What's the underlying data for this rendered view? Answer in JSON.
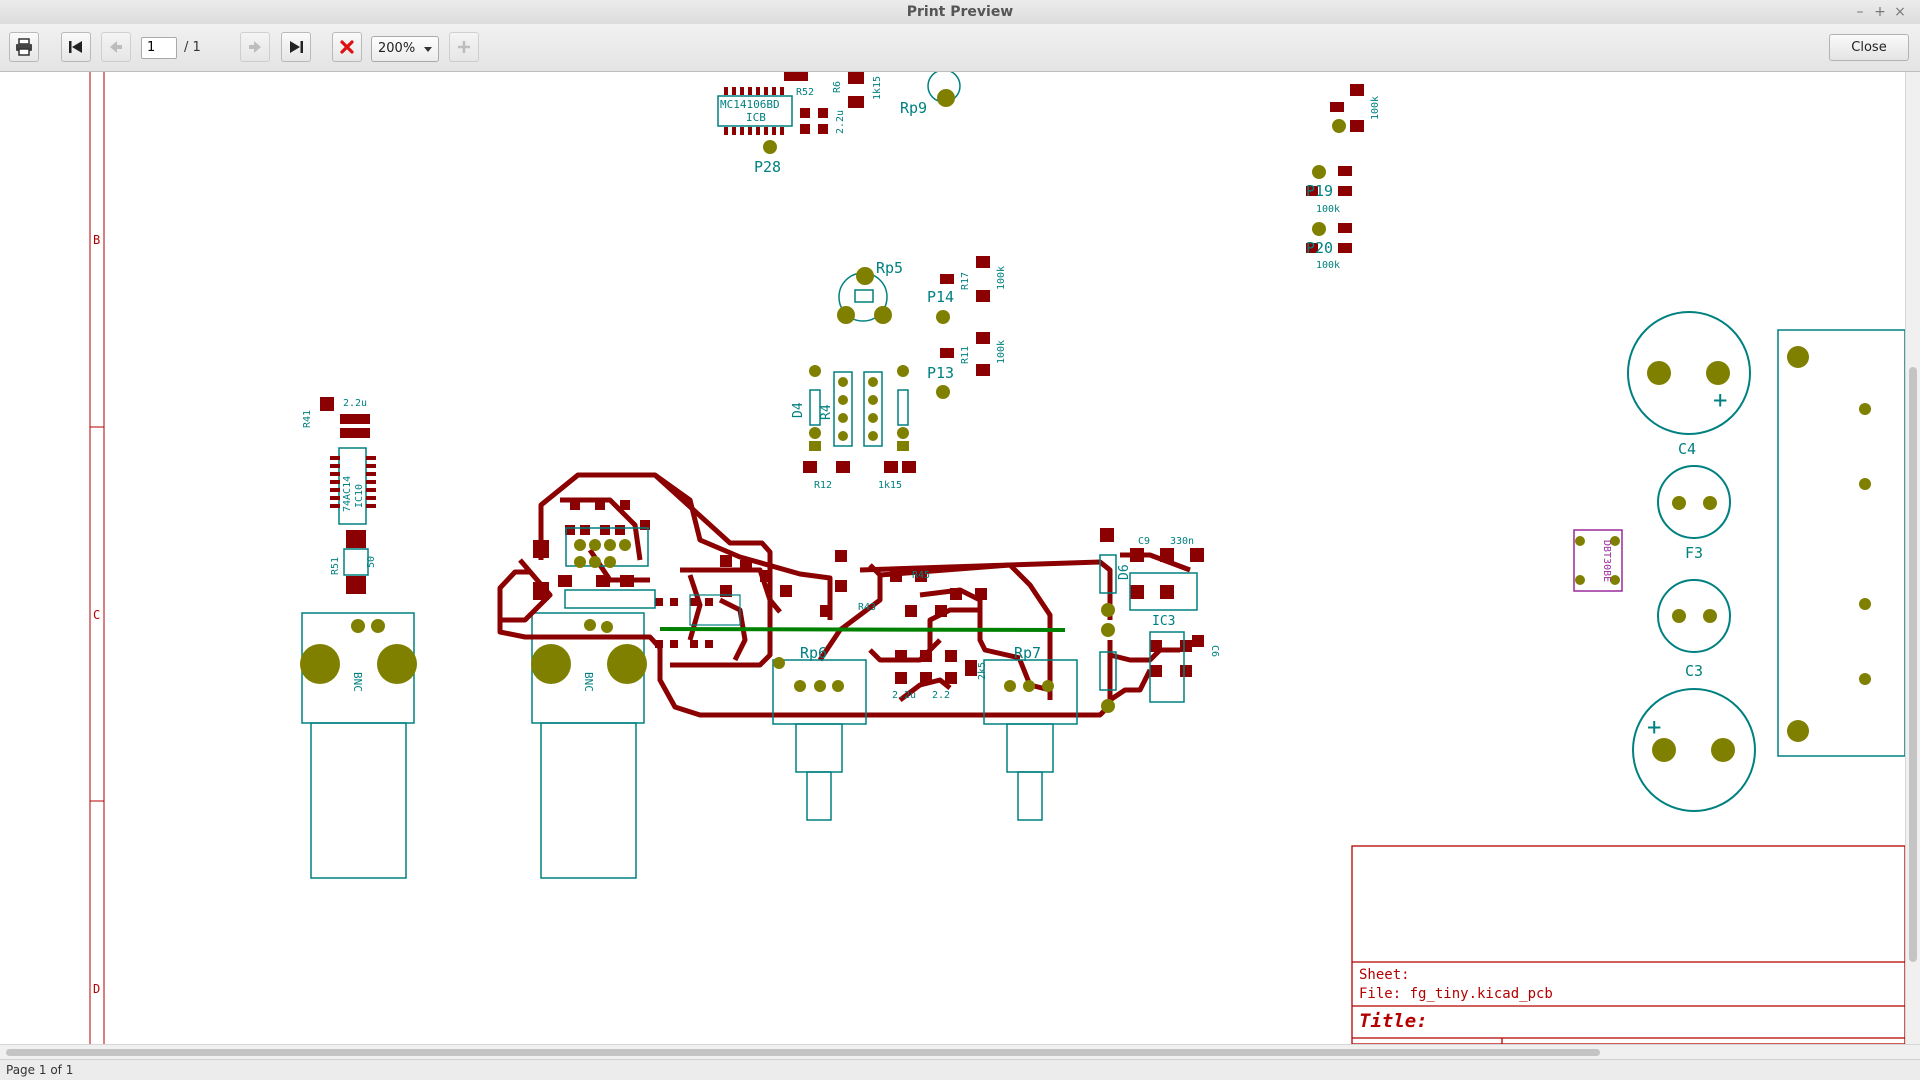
{
  "window": {
    "title": "Print Preview"
  },
  "toolbar": {
    "page_input_value": "1",
    "page_total": "/ 1",
    "zoom_value": "200%",
    "close_label": "Close"
  },
  "sheet": {
    "border_letters": [
      "B",
      "C",
      "D"
    ],
    "title_block": {
      "sheet_label": "Sheet:",
      "file_label": "File: fg_tiny.kicad_pcb",
      "title_label": "Title:"
    }
  },
  "pcb": {
    "refs": {
      "ic_mc14106bd": "MC14106BD",
      "icb": "ICB",
      "r52": "R52",
      "r6": "R6",
      "v1k15": "1k15",
      "v22u_top": "2.2u",
      "p28": "P28",
      "rp9": "Rp9",
      "v100k_a": "100k",
      "p19": "P19",
      "v100k_b": "100k",
      "p20": "P20",
      "v100k_c": "100k",
      "rp5": "Rp5",
      "p14": "P14",
      "r17": "R17",
      "v100k_d": "100k",
      "p13": "P13",
      "r11": "R11",
      "v100k_e": "100k",
      "d4": "D4",
      "r4": "R4",
      "r12": "R12",
      "v1k15_b": "1k15",
      "r41": "R41",
      "v22u_left": "2.2u",
      "ic_74ac14": "74AC14",
      "ic10": "IC10",
      "r51": "R51",
      "v50": "50",
      "bnc_left": "BNC",
      "bnc_mid": "BNC",
      "c9": "C9",
      "v330n": "330n",
      "d6": "D6",
      "ic3": "IC3",
      "c6": "C6",
      "rp6": "Rp6",
      "rp7": "Rp7",
      "r45": "R45",
      "r43": "R43",
      "v22_a": "2.2u",
      "v22_b": "2.2",
      "v2k5": "2k5",
      "c4": "C4",
      "f3": "F3",
      "c3": "C3",
      "plus": "+",
      "dbt": "DBT30BE"
    }
  }
}
